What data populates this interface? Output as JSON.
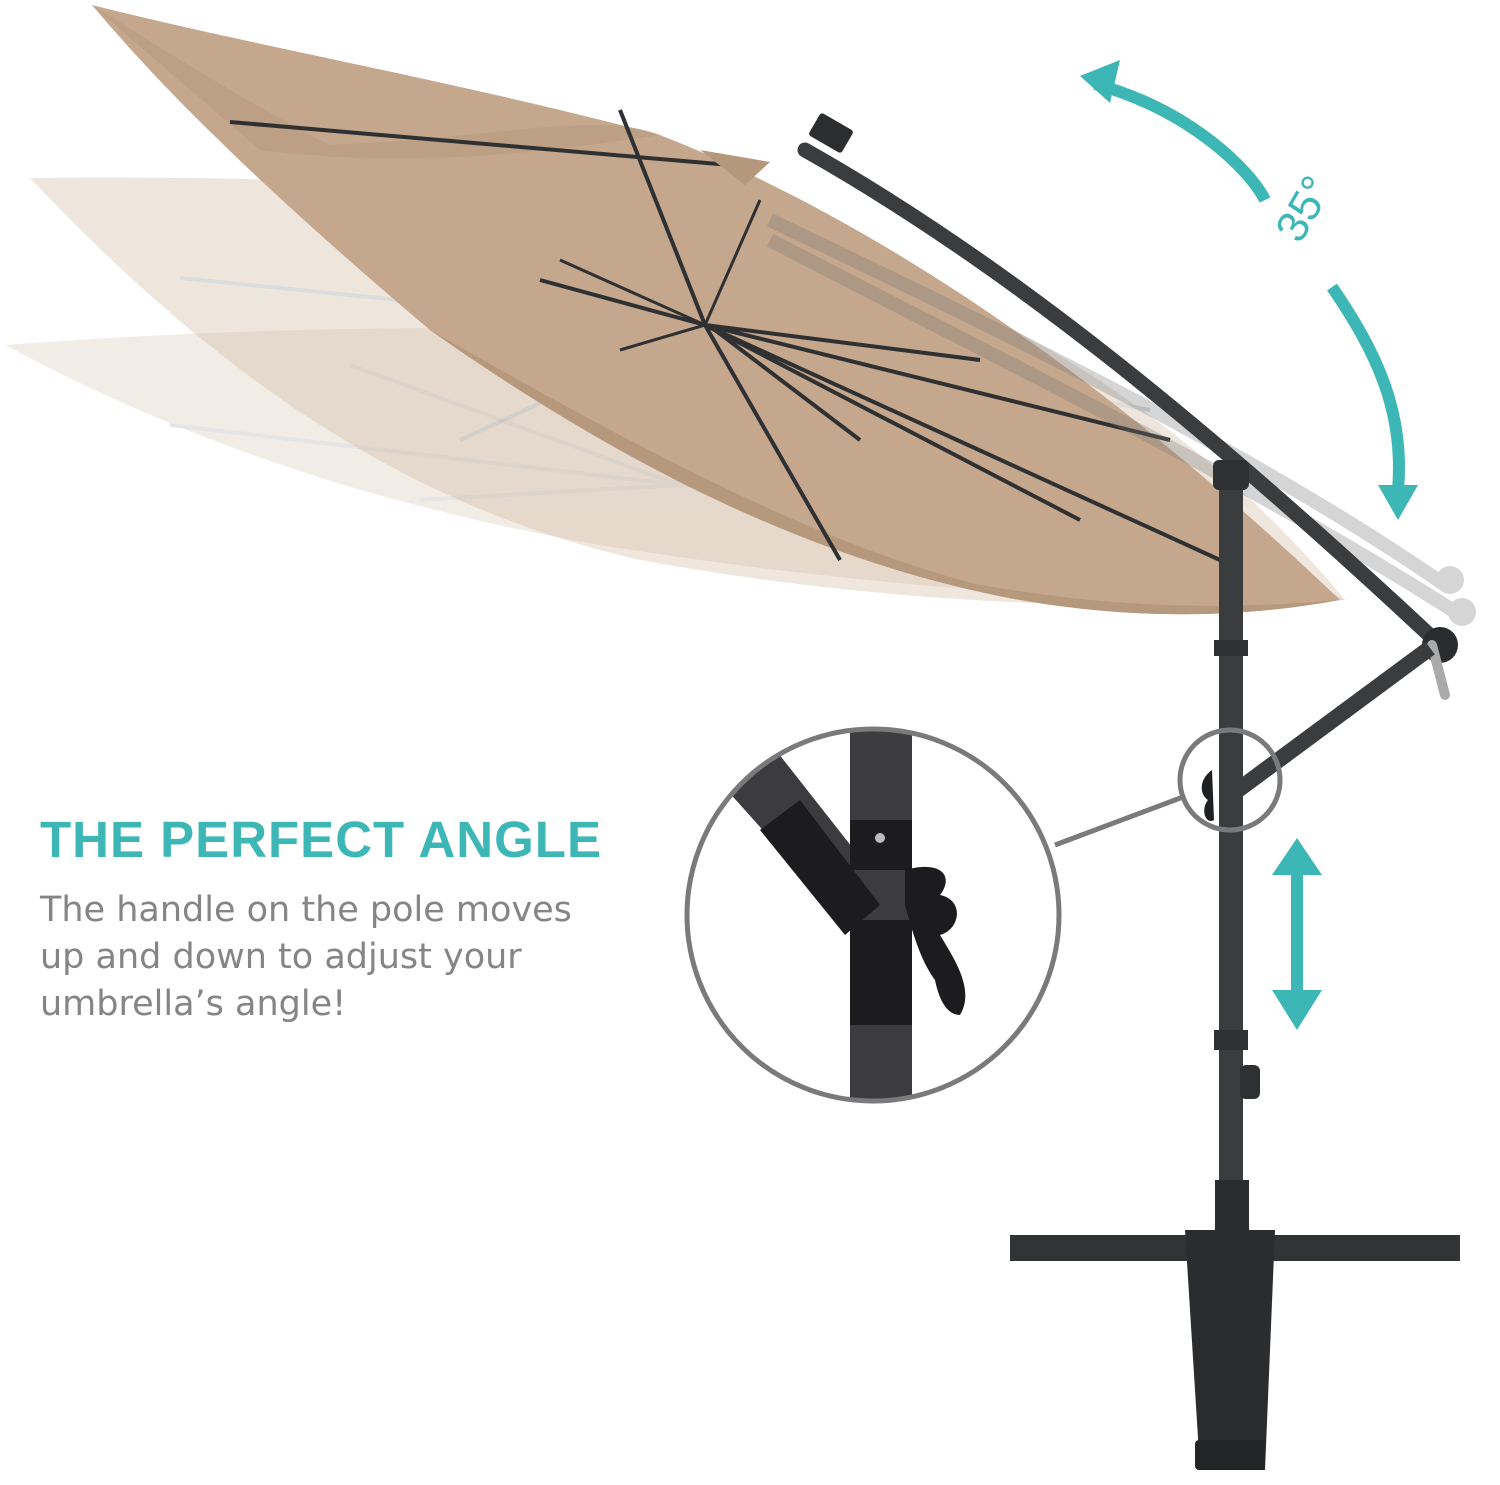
{
  "headline": "THE PERFECT ANGLE",
  "description": {
    "line1": "The handle on the pole moves",
    "line2": "up and down to adjust your",
    "line3": "umbrella’s angle!"
  },
  "tilt_angle_label": "35°",
  "colors": {
    "accent": "#3db7b5",
    "body_text": "#858585",
    "canopy": "#c9ac92",
    "frame": "#3b3c3e"
  },
  "icons": {
    "tilt_arrow": "curved-double-arrow-icon",
    "height_arrow": "vertical-double-arrow-icon",
    "zoom": "magnifier-callout"
  }
}
